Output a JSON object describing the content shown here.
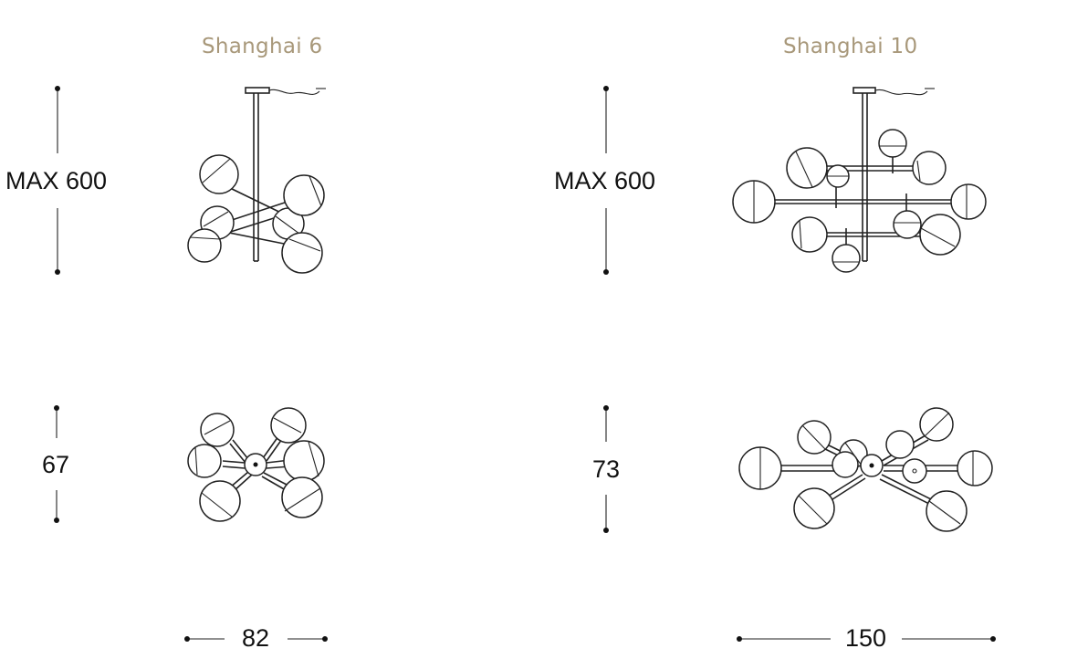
{
  "models": [
    {
      "title": "Shanghai 6",
      "height_label": "MAX 600",
      "depth_label": "67",
      "width_label": "82"
    },
    {
      "title": "Shanghai 10",
      "height_label": "MAX 600",
      "depth_label": "73",
      "width_label": "150"
    }
  ]
}
